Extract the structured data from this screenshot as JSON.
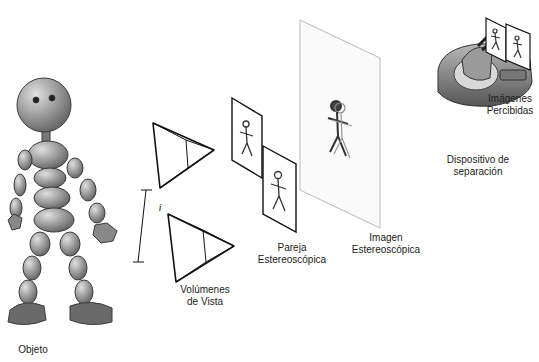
{
  "diagram": {
    "labels": [
      "Objeto",
      "Volúmenes de Vista",
      "Pareja Estereoscópica",
      "Imagen Estereoscópica",
      "Dispositivo de separación",
      "Imágenes Percibidas",
      "i"
    ]
  }
}
